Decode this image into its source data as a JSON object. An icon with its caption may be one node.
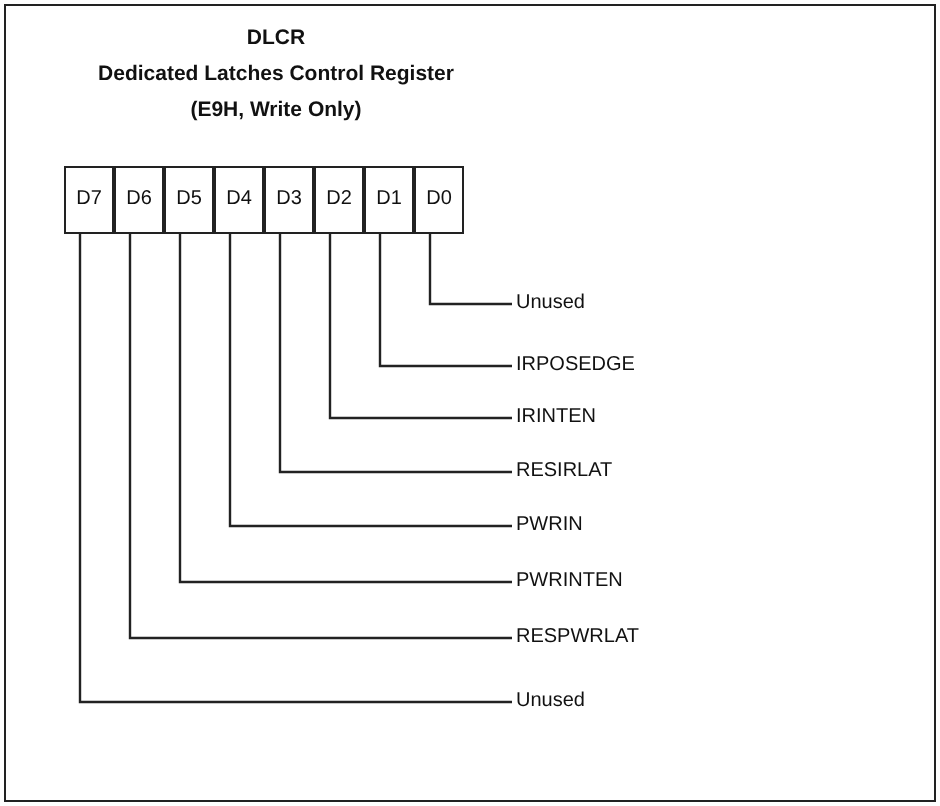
{
  "diagram": {
    "nodes": [
      {
        "text": [
          "DLCR",
          "Dedicated Latches Control Register",
          "(E9H, Write Only)"
        ]
      },
      {
        "text": [
          "D7"
        ],
        "in": 0
      },
      {
        "text": [
          "D6"
        ],
        "in": 0
      },
      {
        "text": [
          "D5"
        ],
        "in": 0
      },
      {
        "text": [
          "D4"
        ],
        "in": 0
      },
      {
        "text": [
          "D3"
        ],
        "in": 0
      },
      {
        "text": [
          "D2"
        ],
        "in": 0
      },
      {
        "text": [
          "D1"
        ],
        "in": 0
      },
      {
        "text": [
          "D0"
        ],
        "in": 0
      },
      {
        "text": [
          "Unused"
        ],
        "in": 0
      },
      {
        "text": [
          "IRPOSEDGE"
        ],
        "in": 0
      },
      {
        "text": [
          "IRINTEN"
        ],
        "in": 0
      },
      {
        "text": [
          "RESIRLAT"
        ],
        "in": 0
      },
      {
        "text": [
          "PWRIN"
        ],
        "in": 0
      },
      {
        "text": [
          "PWRINTEN"
        ],
        "in": 0
      },
      {
        "text": [
          "RESPWRLAT"
        ],
        "in": 0
      },
      {
        "text": [
          "Unused"
        ],
        "in": 0
      }
    ],
    "edges": [
      {
        "from": 8,
        "to": 9,
        "arrow": "none"
      },
      {
        "from": 7,
        "to": 10,
        "arrow": "none"
      },
      {
        "from": 6,
        "to": 11,
        "arrow": "none"
      },
      {
        "from": 5,
        "to": 12,
        "arrow": "none"
      },
      {
        "from": 4,
        "to": 13,
        "arrow": "none"
      },
      {
        "from": 3,
        "to": 14,
        "arrow": "none"
      },
      {
        "from": 2,
        "to": 15,
        "arrow": "none"
      },
      {
        "from": 1,
        "to": 16,
        "arrow": "none"
      }
    ]
  }
}
